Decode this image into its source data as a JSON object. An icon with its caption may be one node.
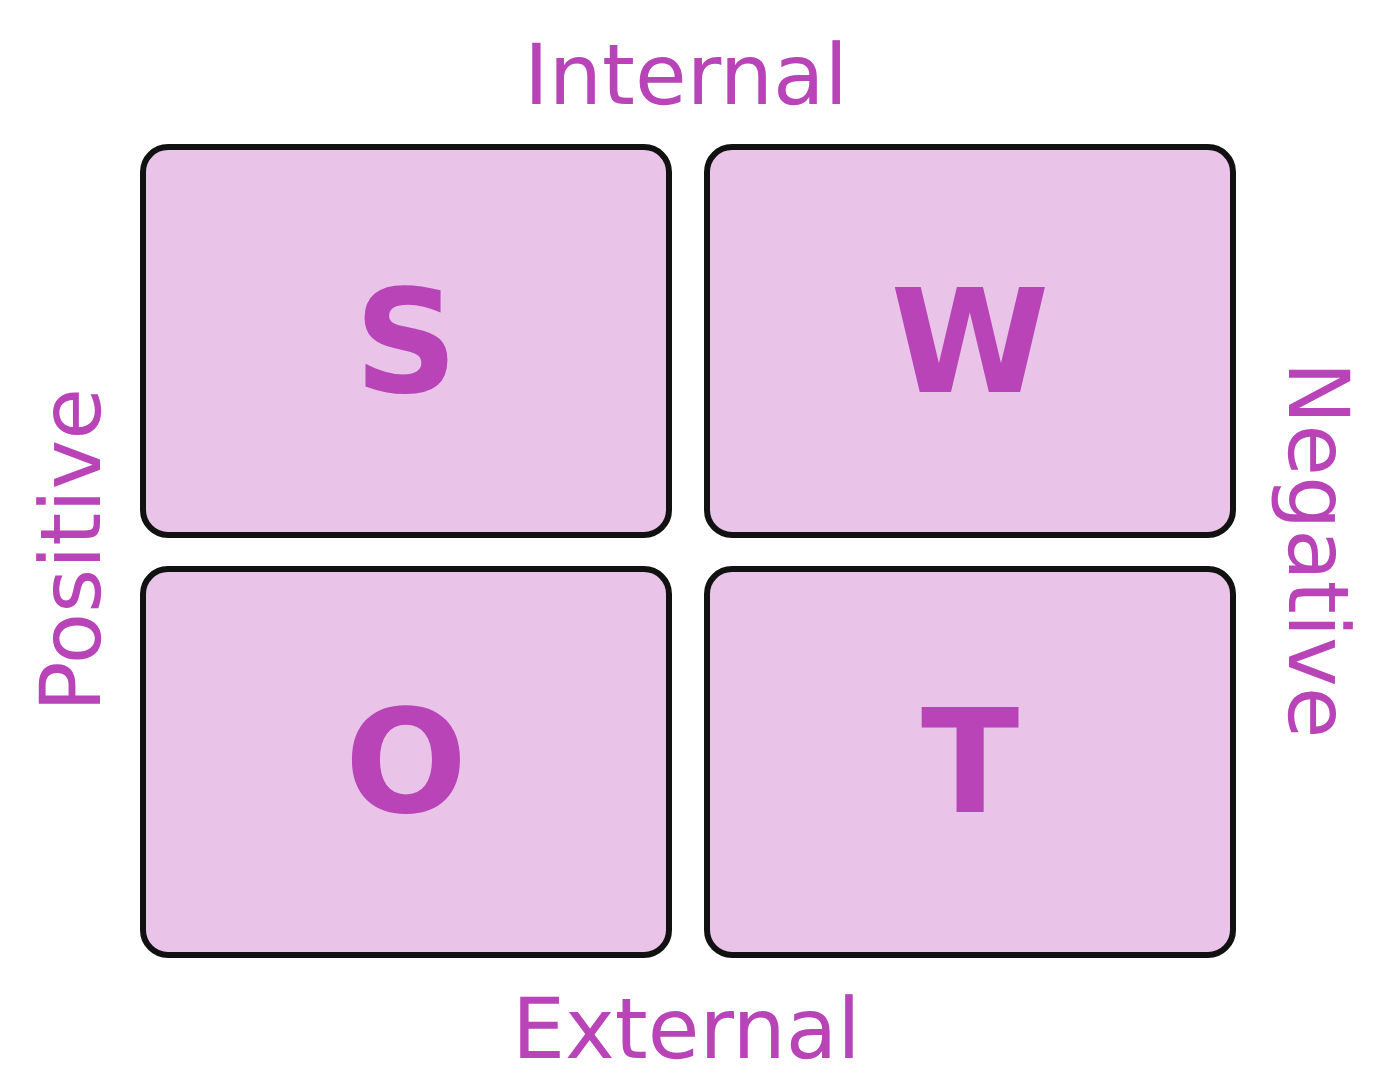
{
  "diagram": {
    "nodes": [
      {
        "text": [
          "S"
        ]
      },
      {
        "text": [
          "W"
        ]
      },
      {
        "text": [
          "O"
        ]
      },
      {
        "text": [
          "T"
        ]
      }
    ],
    "labels": [
      "Internal",
      "Positive",
      "Negative",
      "External"
    ]
  }
}
